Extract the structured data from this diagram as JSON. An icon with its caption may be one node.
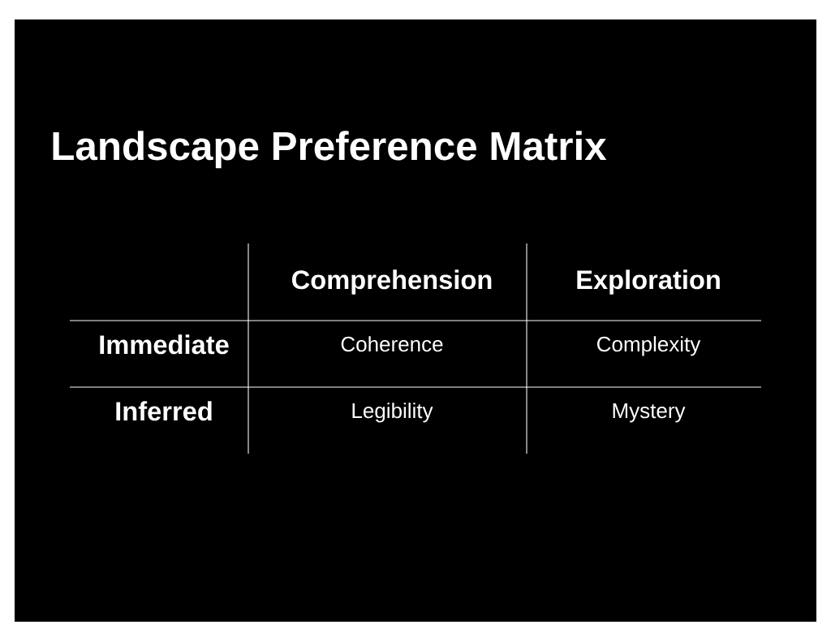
{
  "diagram": {
    "title": "Landscape Preference Matrix",
    "labels": [
      "Comprehension",
      "Exploration",
      "Immediate",
      "Coherence",
      "Complexity",
      "Inferred",
      "Legibility",
      "Mystery"
    ]
  }
}
